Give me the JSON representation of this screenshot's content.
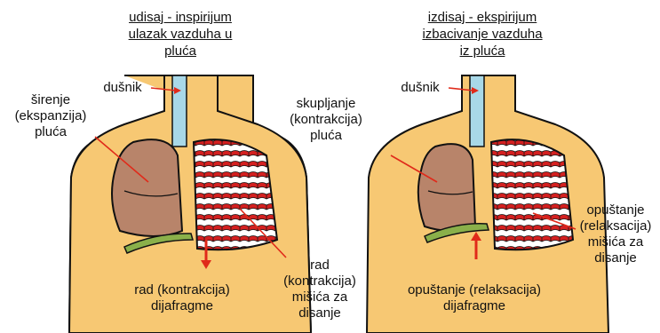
{
  "left_panel": {
    "title": "udisaj - inspirijum\nulazak vazduha u\npluća",
    "label_trachea": "dušnik",
    "label_lungs": "širenje\n(ekspanzija)\npluća",
    "label_diaphragm": "rad (kontrakcija)\ndijafragme",
    "label_muscles": "rad\n(kontrakcija)\nmišića za\ndisanje"
  },
  "right_panel": {
    "title": "izdisaj - ekspirijum\nizbacivanje vazduha\niz pluća",
    "label_trachea": "dušnik",
    "label_lungs": "skupljanje\n(kontrakcija)\npluća",
    "label_diaphragm": "opuštanje (relaksacija)\ndijafragme",
    "label_muscles": "opuštanje\n(relaksacija)\nmišića za\ndisanje"
  },
  "colors": {
    "skin": "#f7c873",
    "trachea": "#a8d8e8",
    "lung": "#b8846a",
    "rib": "#d42020",
    "diaphragm": "#8ab04a",
    "arrow": "#e02a1a"
  }
}
